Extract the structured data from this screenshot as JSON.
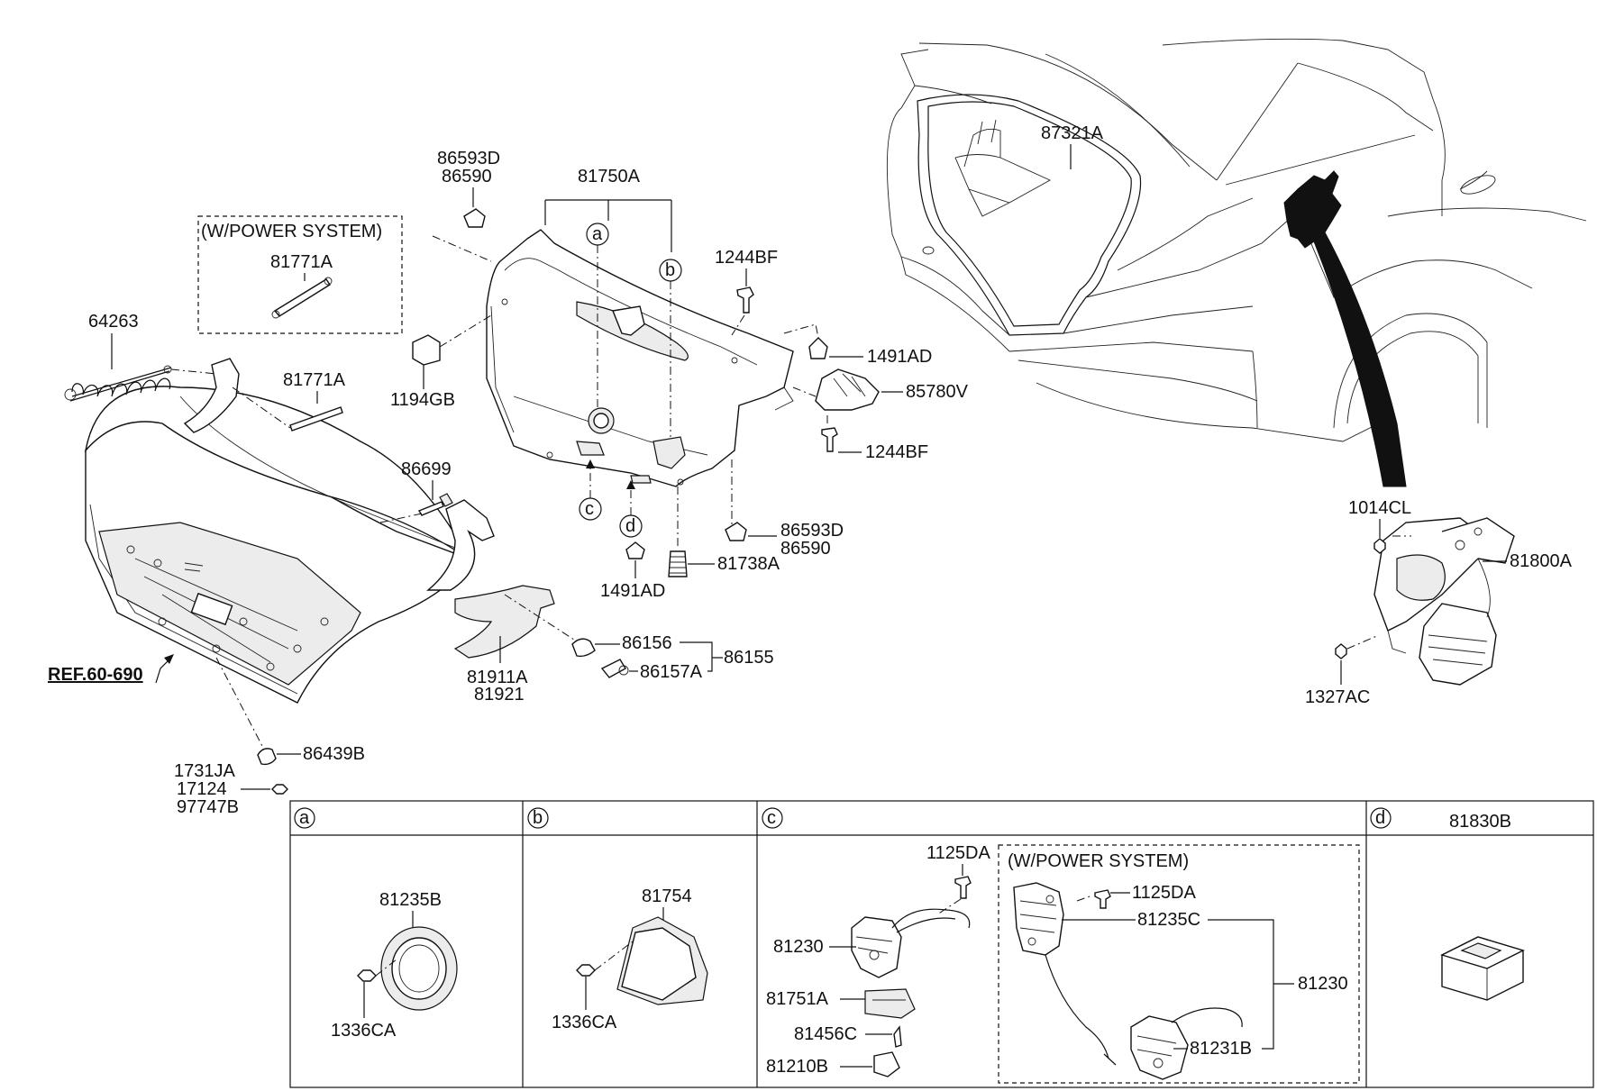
{
  "labels": {
    "p86593D_top": "86593D",
    "p86590_top": "86590",
    "p81750A": "81750A",
    "wps1": "(W/POWER SYSTEM)",
    "p81771A_a": "81771A",
    "p64263": "64263",
    "p81771A_b": "81771A",
    "p1244BF_a": "1244BF",
    "p1194GB": "1194GB",
    "p1491AD_a": "1491AD",
    "p85780V": "85780V",
    "p1244BF_b": "1244BF",
    "p86699": "86699",
    "p86593D_mid": "86593D",
    "p86590_mid": "86590",
    "p81738A": "81738A",
    "p1491AD_b": "1491AD",
    "p86156": "86156",
    "p86155": "86155",
    "p86157A": "86157A",
    "p81911A": "81911A",
    "p81921": "81921",
    "ref": "REF.60-690",
    "p86439B": "86439B",
    "p1731JA": "1731JA",
    "p17124": "17124",
    "p97747B": "97747B",
    "p87321A": "87321A",
    "p1014CL": "1014CL",
    "p81800A": "81800A",
    "p1327AC": "1327AC",
    "p81235B": "81235B",
    "p1336CA_a": "1336CA",
    "p81754": "81754",
    "p1336CA_b": "1336CA",
    "p1125DA_a": "1125DA",
    "wps2": "(W/POWER SYSTEM)",
    "p1125DA_b": "1125DA",
    "p81235C": "81235C",
    "p81230_a": "81230",
    "p81230_b": "81230",
    "p81751A": "81751A",
    "p81456C": "81456C",
    "p81210B": "81210B",
    "p81231B": "81231B",
    "p81830B": "81830B"
  },
  "callouts": {
    "a": "a",
    "b": "b",
    "c": "c",
    "d": "d"
  }
}
